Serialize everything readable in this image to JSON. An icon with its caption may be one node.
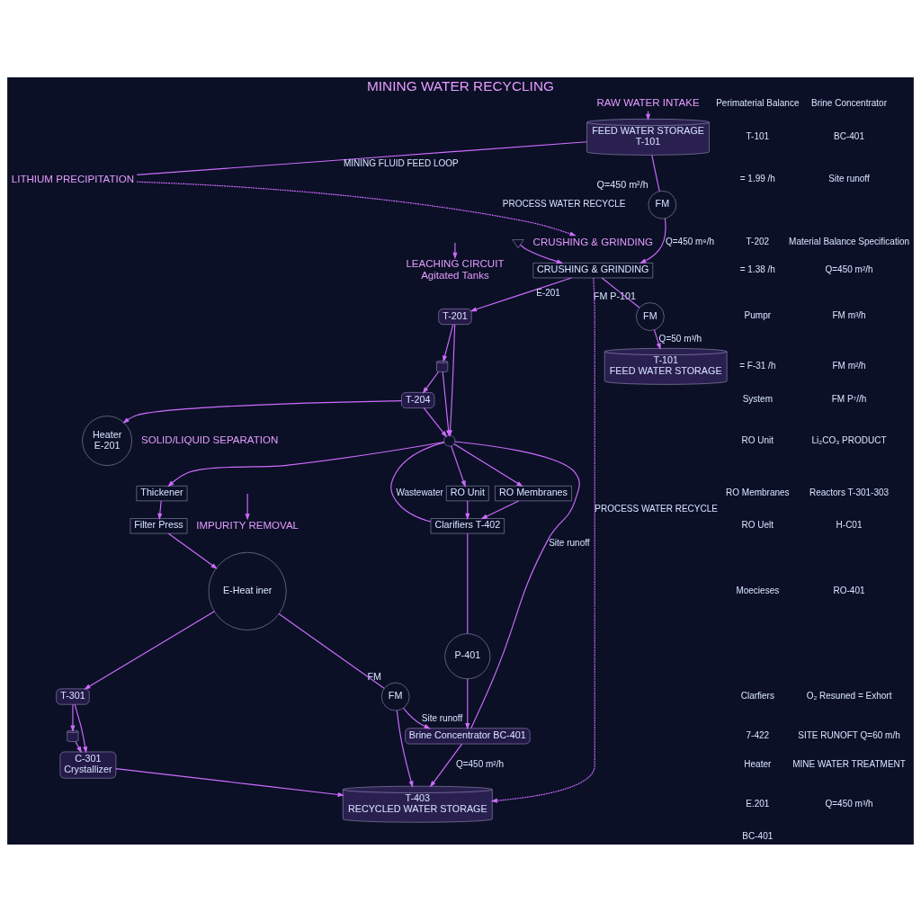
{
  "diagram": {
    "title": "MINING WATER RECYCLING",
    "nodes": [
      {
        "text": [
          "RAW WATER INTAKE"
        ]
      },
      {
        "text": [
          "FEED WATER STORAGE",
          "T-101"
        ]
      },
      {
        "text": [
          "FM"
        ],
        "beside": [
          "Q=450 m²/h"
        ]
      },
      {
        "text": [
          "CRUSHING & GRINDING"
        ]
      },
      {
        "text": [
          "CRUSHING & GRINDING"
        ]
      },
      {
        "text": [
          "LEACHING CIRCUIT",
          "Agitated Tanks"
        ]
      },
      {
        "text": [
          "T-201"
        ]
      },
      {
        "text": [],
        "shape": "cylinder"
      },
      {
        "text": [
          "T-204"
        ]
      },
      {
        "text": [
          "Heater",
          "E-201"
        ]
      },
      {
        "text": [],
        "shape": "circle"
      },
      {
        "text": [
          "SOLID/LIQUID SEPARATION"
        ]
      },
      {
        "text": [
          "Thickener"
        ]
      },
      {
        "text": [
          "Filter Press"
        ]
      },
      {
        "text": [
          "IMPURITY REMOVAL"
        ]
      },
      {
        "text": [
          "E-Heat iner"
        ]
      },
      {
        "text": [
          "LITHIUM PRECIPITATION"
        ]
      },
      {
        "text": [
          "T-301"
        ]
      },
      {
        "text": [],
        "shape": "cylinder"
      },
      {
        "text": [
          "C-301",
          "Crystallizer"
        ]
      },
      {
        "text": [
          "FM"
        ],
        "beside": [
          "FM"
        ]
      },
      {
        "text": [
          "T-101",
          "FEED WATER STORAGE"
        ]
      },
      {
        "text": [
          "FM"
        ],
        "beside": [
          "FM P-101"
        ]
      },
      {
        "text": [],
        "shape": "valve"
      },
      {
        "text": [
          "RO Unit"
        ]
      },
      {
        "text": [
          "RO Membranes"
        ]
      },
      {
        "text": [
          "Clarifiers T-402"
        ]
      },
      {
        "text": [
          "P-401"
        ]
      },
      {
        "text": [
          "Brine Concentrator BC-401"
        ]
      },
      {
        "text": [
          "T-403",
          "RECYCLED WATER STORAGE"
        ]
      }
    ],
    "edges": [
      {
        "from": 0,
        "to": 1,
        "arrow": "to"
      },
      {
        "from": 1,
        "to": 2,
        "arrow": "none"
      },
      {
        "from": 2,
        "to": 4,
        "arrow": "to",
        "label": "Q=450 m⁹/h"
      },
      {
        "from": 1,
        "to": 16,
        "arrow": "none",
        "label": "MINING FLUID FEED LOOP"
      },
      {
        "from": 16,
        "to": 3,
        "arrow": "to",
        "label": "PROCESS WATER RECYCLE",
        "style": "dashed"
      },
      {
        "from": null,
        "to": 5,
        "arrow": "to"
      },
      {
        "from": null,
        "to": 14,
        "arrow": "to"
      },
      {
        "from": 4,
        "to": 6,
        "arrow": "to",
        "label": "E-201"
      },
      {
        "from": 6,
        "to": 7,
        "arrow": "to"
      },
      {
        "from": 7,
        "to": 8,
        "arrow": "to"
      },
      {
        "from": 6,
        "to": 10,
        "arrow": "to"
      },
      {
        "from": 7,
        "to": 10,
        "arrow": "to"
      },
      {
        "from": 8,
        "to": 10,
        "arrow": "to"
      },
      {
        "from": 8,
        "to": 9,
        "arrow": "to"
      },
      {
        "from": 10,
        "to": 12,
        "arrow": "to"
      },
      {
        "from": 12,
        "to": 13,
        "arrow": "to"
      },
      {
        "from": 13,
        "to": 15,
        "arrow": "to"
      },
      {
        "from": 15,
        "to": 17,
        "arrow": "to"
      },
      {
        "from": 17,
        "to": 18,
        "arrow": "to"
      },
      {
        "from": 18,
        "to": 19,
        "arrow": "to"
      },
      {
        "from": 17,
        "to": 19,
        "arrow": "to"
      },
      {
        "from": 19,
        "to": 29,
        "arrow": "to"
      },
      {
        "from": 15,
        "to": 20,
        "arrow": "none"
      },
      {
        "from": 4,
        "to": 29,
        "arrow": "to",
        "label": "PROCESS WATER RECYCLE",
        "style": "dashed"
      },
      {
        "from": 4,
        "to": 22,
        "arrow": "none"
      },
      {
        "from": 22,
        "to": 21,
        "arrow": "to",
        "label": "Q=50 m³/h"
      },
      {
        "from": 23,
        "to": 4,
        "arrow": "to"
      },
      {
        "from": 10,
        "to": 24,
        "arrow": "to"
      },
      {
        "from": 10,
        "to": 25,
        "arrow": "to"
      },
      {
        "from": 24,
        "to": 26,
        "arrow": "to"
      },
      {
        "from": 25,
        "to": 26,
        "arrow": "to"
      },
      {
        "from": 26,
        "to": 27,
        "arrow": "none"
      },
      {
        "from": 27,
        "to": 28,
        "arrow": "to"
      },
      {
        "from": 28,
        "to": 29,
        "arrow": "to",
        "label": "Q=450 m²/h"
      },
      {
        "from": 20,
        "to": 28,
        "arrow": "to",
        "label": "Site runoff"
      },
      {
        "from": 20,
        "to": 29,
        "arrow": "to"
      },
      {
        "from": 26,
        "to": 10,
        "arrow": "none",
        "label": "Wastewater"
      },
      {
        "from": 28,
        "to": 10,
        "arrow": "none",
        "label": "Site runoff"
      }
    ],
    "labels": [
      "Perimaterial Balance",
      "T-101",
      "= 1.99 /h",
      "T-202",
      "= 1.38 /h",
      "Pumpr",
      "= F-31 /h",
      "System",
      "RO Unit",
      "RO Membranes",
      "RO Uelt",
      "Moecieses",
      "Clarfiers",
      "7-422",
      "Heater",
      "E.201",
      "BC-401",
      "Brine Concentrator",
      "BC-401",
      "Site runoff",
      "Material Balance Specification",
      "Q=450 m²/h",
      "FM m³/h",
      "FM m²/h",
      "FM P⁷//h",
      "Li₂CO₃ PRODUCT",
      "Reactors T-301-303",
      "H-C01",
      "RO-401",
      "O₂ Resuned = Exhort",
      "SITE RUNOFT Q=60 m/h",
      "MINE WATER TREATMENT",
      "Q=450 m³/h"
    ]
  }
}
